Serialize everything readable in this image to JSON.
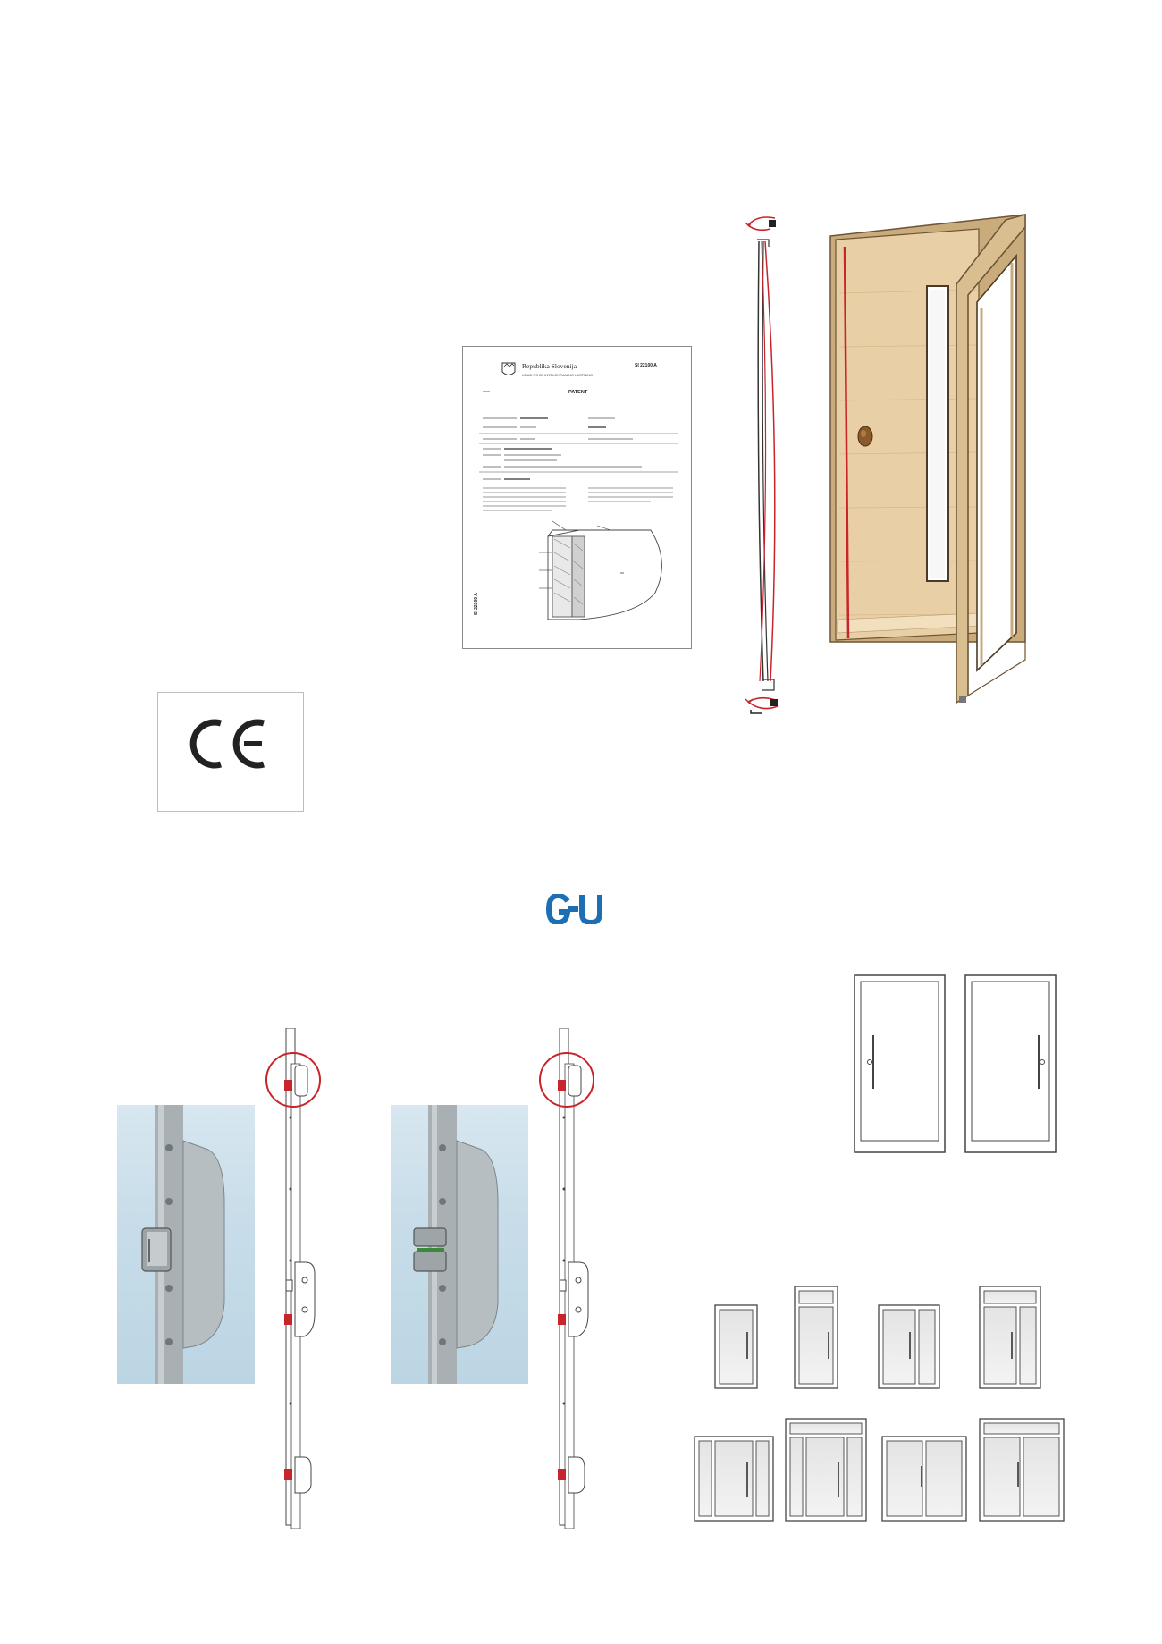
{
  "logos": {
    "ce_mark": "CE",
    "gu_brand": "G-U",
    "gu_color": "#1d6fb4"
  },
  "patent_document": {
    "header_title": "Republika Slovenija",
    "header_subtitle": "URAD RS ZA INTELEKTUALNO LASTNINO",
    "document_number": "SI 22100 A",
    "document_title": "PATENT",
    "side_number": "SI 22100 A"
  },
  "colors": {
    "accent_red": "#c8242b",
    "door_wood": "#e8cfa6",
    "frame_wood": "#d7bf95",
    "line_dark": "#333333"
  },
  "icons": [
    "ce-mark-logo",
    "gu-brand-logo",
    "slovenian-coat-of-arms-icon",
    "rotation-arrow-icon"
  ]
}
